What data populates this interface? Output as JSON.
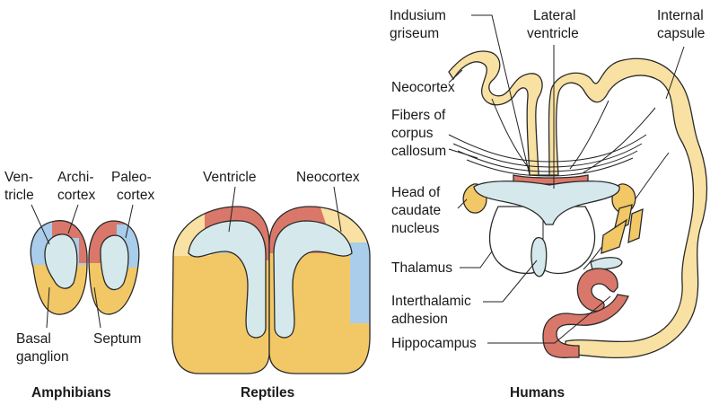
{
  "colors": {
    "archicortex": "#d9786a",
    "paleocortex": "#a9cdea",
    "basal_ganglion": "#f2c867",
    "ventricle": "#d5e9ec",
    "neocortex": "#f8e1a2",
    "outline": "#2a2a2a"
  },
  "amphibians": {
    "caption": "Amphibians",
    "ventricle_label": [
      "Ven-",
      "tricle"
    ],
    "archicortex_label": [
      "Archi-",
      "cortex"
    ],
    "paleocortex_label": [
      "Paleo-",
      "cortex"
    ],
    "basal_ganglion_label": [
      "Basal",
      "ganglion"
    ],
    "septum_label": "Septum"
  },
  "reptiles": {
    "caption": "Reptiles",
    "ventricle_label": "Ventricle",
    "neocortex_label": "Neocortex"
  },
  "humans": {
    "caption": "Humans",
    "indusium_label": [
      "Indusium",
      "griseum"
    ],
    "lateral_ventricle_label": [
      "Lateral",
      "ventricle"
    ],
    "internal_capsule_label": [
      "Internal",
      "capsule"
    ],
    "neocortex_label": "Neocortex",
    "corpus_callosum_label": [
      "Fibers of",
      "corpus",
      "callosum"
    ],
    "caudate_label": [
      "Head of",
      "caudate",
      "nucleus"
    ],
    "thalamus_label": "Thalamus",
    "interthalamic_label": [
      "Interthalamic",
      "adhesion"
    ],
    "hippocampus_label": "Hippocampus"
  }
}
